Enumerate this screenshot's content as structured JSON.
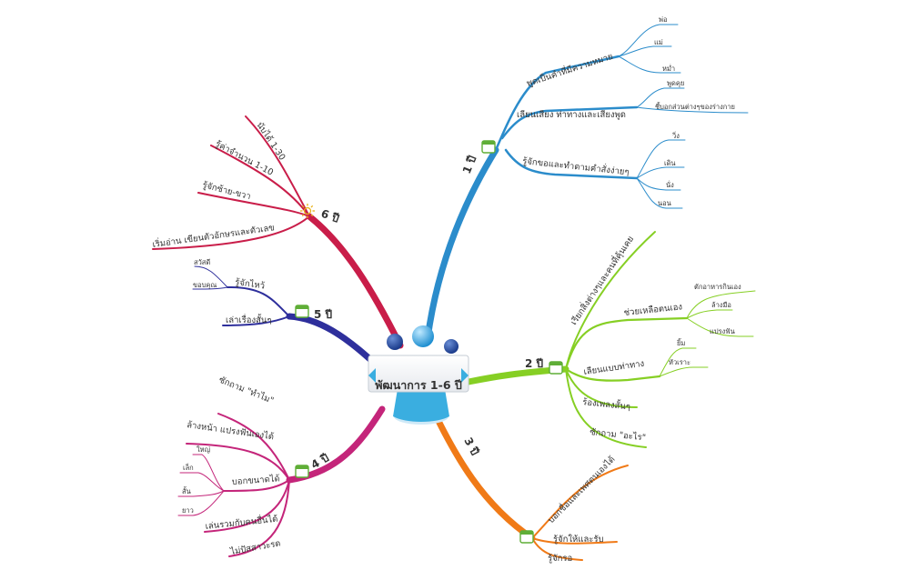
{
  "center": {
    "title": "พัฒนาการ 1-6 ปี"
  },
  "colors": {
    "age1": "#2b8ccb",
    "age2": "#86cf24",
    "age3": "#f07a17",
    "age4": "#c4257a",
    "age5": "#2e2f9c",
    "age6": "#c91d49",
    "center_accent": "#3aaee0",
    "center_dark": "#1d3c66"
  },
  "branches": {
    "age1": {
      "label": "1 ปี",
      "icon": "calendar-icon",
      "items": [
        {
          "label": "พูดเป็นคำที่มีความหมาย",
          "children": [
            "พ่อ",
            "แม่",
            "หม่ำ"
          ]
        },
        {
          "label": "เลียนเสียง ท่าทางและเสียงพูด",
          "children": [
            "พูดคุย",
            "ชี้บอกส่วนต่างๆของร่างกาย"
          ]
        },
        {
          "label": "รู้จักขอและทำตามคำสั่งง่ายๆ",
          "children": [
            "วิ่ง",
            "เดิน",
            "นั่ง",
            "นอน"
          ]
        }
      ]
    },
    "age2": {
      "label": "2 ปี",
      "icon": "calendar-icon",
      "items": [
        {
          "label": "เรียกสิ่งต่างๆและคนที่คุ้นเคย",
          "children": []
        },
        {
          "label": "ช่วยเหลือตนเอง",
          "children": [
            "ตักอาหารกินเอง",
            "ล้างมือ",
            "แปรงฟัน"
          ]
        },
        {
          "label": "เลียนแบบท่าทาง",
          "children": [
            "ยิ้ม",
            "หัวเราะ"
          ]
        },
        {
          "label": "ร้องเพลงสั้นๆ",
          "children": []
        },
        {
          "label": "ซักถาม \"อะไร\"",
          "children": []
        }
      ]
    },
    "age3": {
      "label": "3 ปี",
      "icon": "calendar-icon",
      "items": [
        {
          "label": "บอกชื่อและเพศตนเองได้",
          "children": []
        },
        {
          "label": "รู้จักให้และรับ",
          "children": []
        },
        {
          "label": "รู้จักรอ",
          "children": []
        }
      ]
    },
    "age4": {
      "label": "4 ปี",
      "icon": "calendar-icon",
      "items": [
        {
          "label": "ซักถาม \"ทำไม\"",
          "children": []
        },
        {
          "label": "ล้างหน้า แปรงฟันเองได้",
          "children": []
        },
        {
          "label": "บอกขนาดได้",
          "children": [
            "ใหญ่",
            "เล็ก",
            "สั้น",
            "ยาว"
          ]
        },
        {
          "label": "เล่นรวมกับคนอื่นได้",
          "children": []
        },
        {
          "label": "ไม่ปัสสาวะรด",
          "children": []
        }
      ]
    },
    "age5": {
      "label": "5 ปี",
      "icon": "calendar-icon",
      "items": [
        {
          "label": "รู้จักไหว้",
          "children": [
            "สวัสดี",
            "ขอบคุณ"
          ]
        },
        {
          "label": "เล่าเรื่องสั้นๆ",
          "children": []
        }
      ]
    },
    "age6": {
      "label": "6 ปี",
      "icon": "sun-icon",
      "items": [
        {
          "label": "นับได้ 1-30",
          "children": []
        },
        {
          "label": "รู้ค่าจำนวน 1-10",
          "children": []
        },
        {
          "label": "รู้จักซ้าย-ขวา",
          "children": []
        },
        {
          "label": "เริ่มอ่าน เขียนตัวอักษรและตัวเลข",
          "children": []
        }
      ]
    }
  }
}
